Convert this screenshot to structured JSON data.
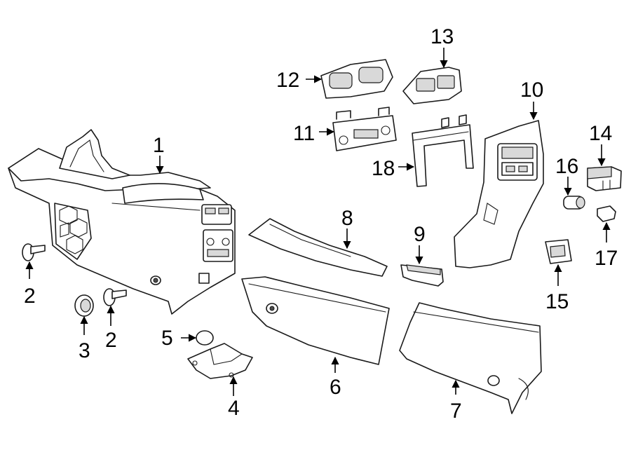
{
  "callouts": {
    "c1": "1",
    "c2a": "2",
    "c2b": "2",
    "c3": "3",
    "c4": "4",
    "c5": "5",
    "c6": "6",
    "c7": "7",
    "c8": "8",
    "c9": "9",
    "c10": "10",
    "c11": "11",
    "c12": "12",
    "c13": "13",
    "c14": "14",
    "c15": "15",
    "c16": "16",
    "c17": "17",
    "c18": "18"
  },
  "colors": {
    "line": "#1a1a1a",
    "shade": "#d9d9d9",
    "background": "#ffffff"
  }
}
